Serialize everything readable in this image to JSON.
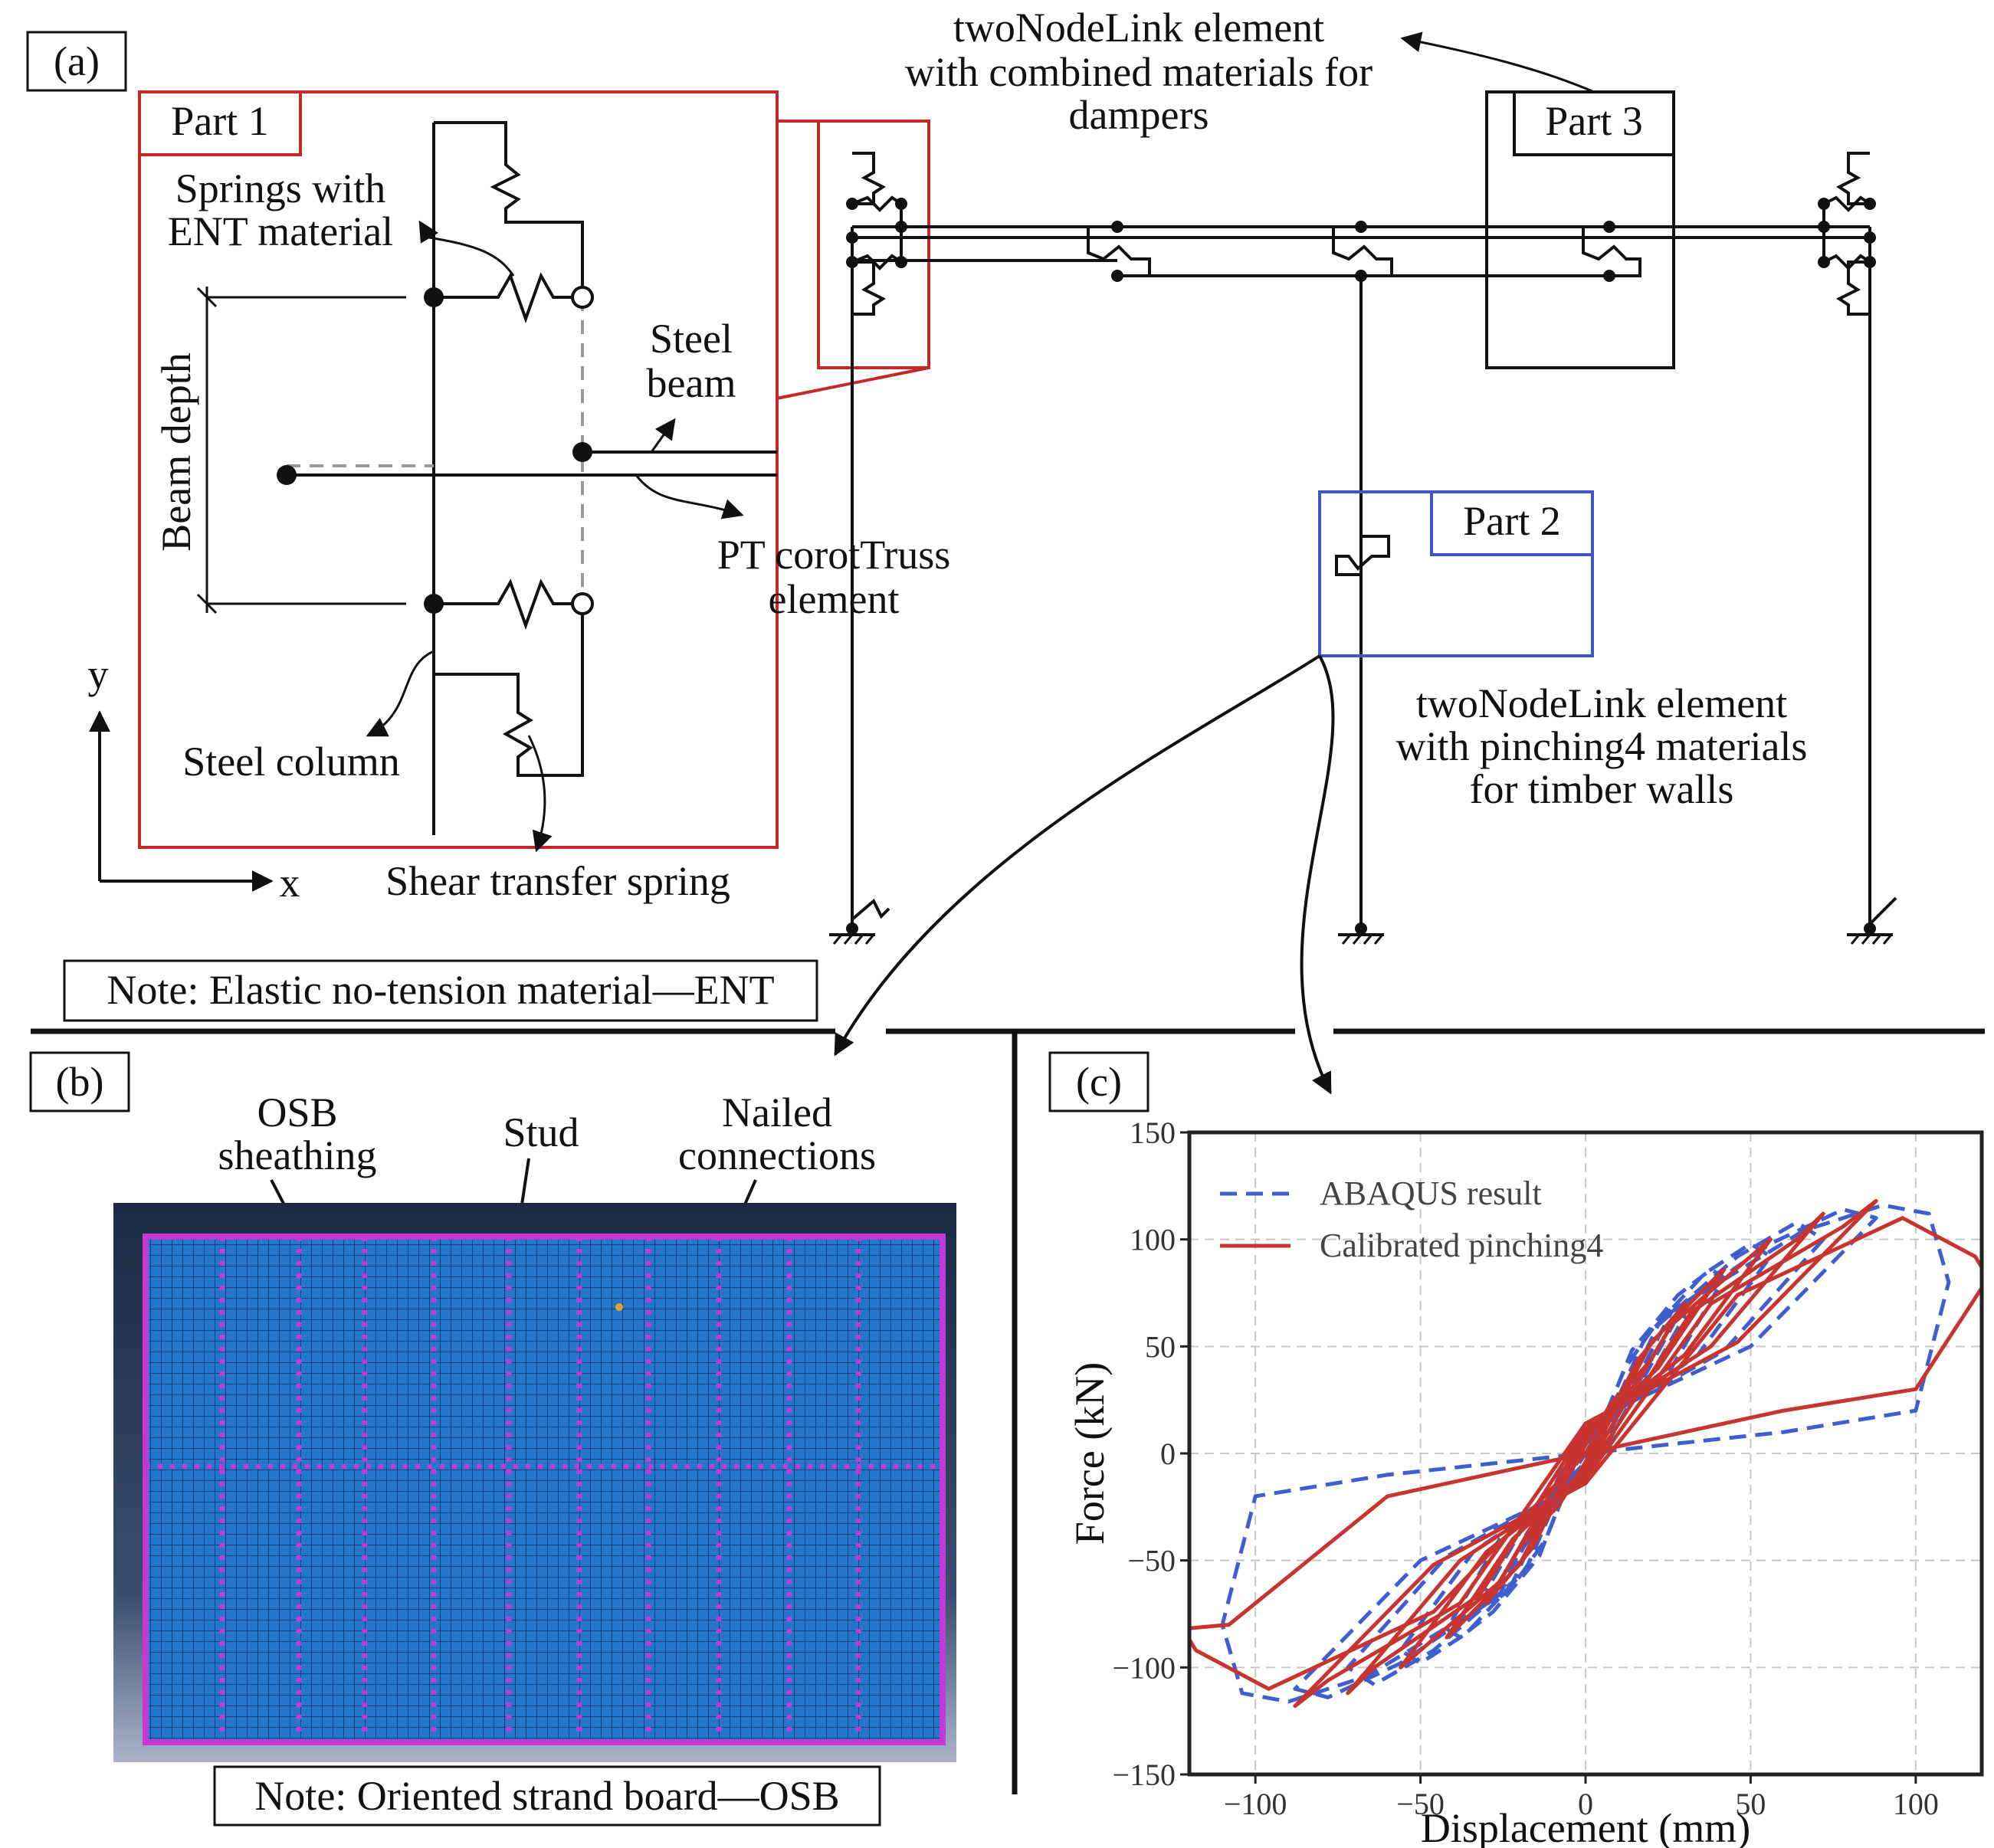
{
  "panel_a": {
    "tag": "(a)",
    "part1": "Part 1",
    "part2": "Part 2",
    "part3": "Part 3",
    "springs_line1": "Springs with",
    "springs_line2": "ENT material",
    "beam_depth": "Beam depth",
    "steel_beam_line1": "Steel",
    "steel_beam_line2": "beam",
    "pt_line1": "PT corotTruss",
    "pt_line2": "element",
    "steel_column": "Steel column",
    "shear_spring": "Shear transfer spring",
    "axis_y": "y",
    "axis_x": "x",
    "damper_line1": "twoNodeLink element",
    "damper_line2": "with combined materials for",
    "damper_line3": "dampers",
    "wall_line1": "twoNodeLink element",
    "wall_line2": "with pinching4 materials",
    "wall_line3": "for timber walls",
    "note": "Note: Elastic no-tension material—ENT"
  },
  "panel_b": {
    "tag": "(b)",
    "osb_line1": "OSB",
    "osb_line2": "sheathing",
    "stud": "Stud",
    "nailed_line1": "Nailed",
    "nailed_line2": "connections",
    "note": "Note: Oriented strand board—OSB"
  },
  "panel_c": {
    "tag": "(c)"
  },
  "chart_data": {
    "type": "line",
    "xlabel": "Displacement (mm)",
    "ylabel": "Force (kN)",
    "xlim": [
      -120,
      120
    ],
    "ylim": [
      -150,
      150
    ],
    "xticks": [
      -100,
      -50,
      0,
      50,
      100
    ],
    "yticks": [
      -150,
      -100,
      -50,
      0,
      50,
      100,
      150
    ],
    "grid": true,
    "legend": "top-left",
    "series": [
      {
        "name": "ABAQUS result",
        "style": "dashed",
        "color": "#3f5fd1",
        "x": [
          0,
          10,
          16,
          18,
          10,
          0,
          -10,
          -16,
          -18,
          -10,
          0,
          12,
          22,
          28,
          30,
          18,
          0,
          -12,
          -22,
          -28,
          -30,
          -18,
          0,
          14,
          28,
          38,
          42,
          26,
          0,
          -14,
          -28,
          -38,
          -42,
          -26,
          0,
          18,
          36,
          50,
          56,
          34,
          0,
          -18,
          -36,
          -50,
          -56,
          -34,
          0,
          22,
          46,
          64,
          72,
          42,
          0,
          -22,
          -46,
          -64,
          -72,
          -42,
          0,
          26,
          56,
          78,
          88,
          50,
          0,
          -26,
          -56,
          -78,
          -88,
          -50,
          0,
          30,
          66,
          90,
          104,
          110,
          100,
          60,
          0,
          -30,
          -66,
          -90,
          -104,
          -110,
          -100,
          -60,
          0
        ],
        "y": [
          0,
          28,
          40,
          38,
          20,
          4,
          -28,
          -40,
          -38,
          -20,
          -4,
          40,
          62,
          70,
          64,
          32,
          6,
          -40,
          -62,
          -70,
          -64,
          -32,
          -6,
          48,
          74,
          86,
          82,
          40,
          8,
          -48,
          -74,
          -86,
          -82,
          -40,
          -8,
          54,
          84,
          98,
          92,
          46,
          10,
          -54,
          -84,
          -98,
          -92,
          -46,
          -10,
          60,
          92,
          108,
          100,
          48,
          12,
          -60,
          -92,
          -108,
          -100,
          -48,
          -12,
          66,
          98,
          114,
          110,
          50,
          14,
          -66,
          -98,
          -114,
          -110,
          -50,
          -14,
          70,
          104,
          116,
          112,
          80,
          20,
          10,
          0,
          -70,
          -104,
          -116,
          -112,
          -80,
          -20,
          -10,
          0
        ]
      },
      {
        "name": "Calibrated pinching4",
        "style": "solid",
        "color": "#c8342f",
        "x": [
          0,
          12,
          20,
          18,
          8,
          0,
          -12,
          -20,
          -18,
          -8,
          0,
          16,
          28,
          30,
          16,
          0,
          -16,
          -28,
          -30,
          -16,
          0,
          20,
          38,
          42,
          22,
          0,
          -20,
          -38,
          -42,
          -22,
          0,
          26,
          50,
          56,
          30,
          0,
          -26,
          -50,
          -56,
          -30,
          0,
          32,
          64,
          72,
          38,
          0,
          -32,
          -64,
          -72,
          -38,
          0,
          38,
          78,
          88,
          46,
          0,
          -38,
          -78,
          -88,
          -46,
          0,
          46,
          96,
          118,
          122,
          100,
          60,
          0,
          -46,
          -96,
          -118,
          -122,
          -108,
          -60,
          0
        ],
        "y": [
          0,
          30,
          44,
          40,
          24,
          4,
          -30,
          -44,
          -40,
          -24,
          -4,
          44,
          66,
          70,
          34,
          6,
          -44,
          -66,
          -70,
          -34,
          -6,
          52,
          80,
          86,
          40,
          8,
          -52,
          -80,
          -86,
          -40,
          -8,
          60,
          92,
          100,
          46,
          10,
          -60,
          -92,
          -100,
          -46,
          -10,
          66,
          100,
          112,
          50,
          12,
          -66,
          -100,
          -112,
          -50,
          -12,
          70,
          106,
          118,
          52,
          14,
          -70,
          -106,
          -118,
          -52,
          -14,
          74,
          110,
          92,
          82,
          30,
          20,
          0,
          -74,
          -110,
          -92,
          -82,
          -80,
          -20,
          0
        ]
      }
    ]
  }
}
